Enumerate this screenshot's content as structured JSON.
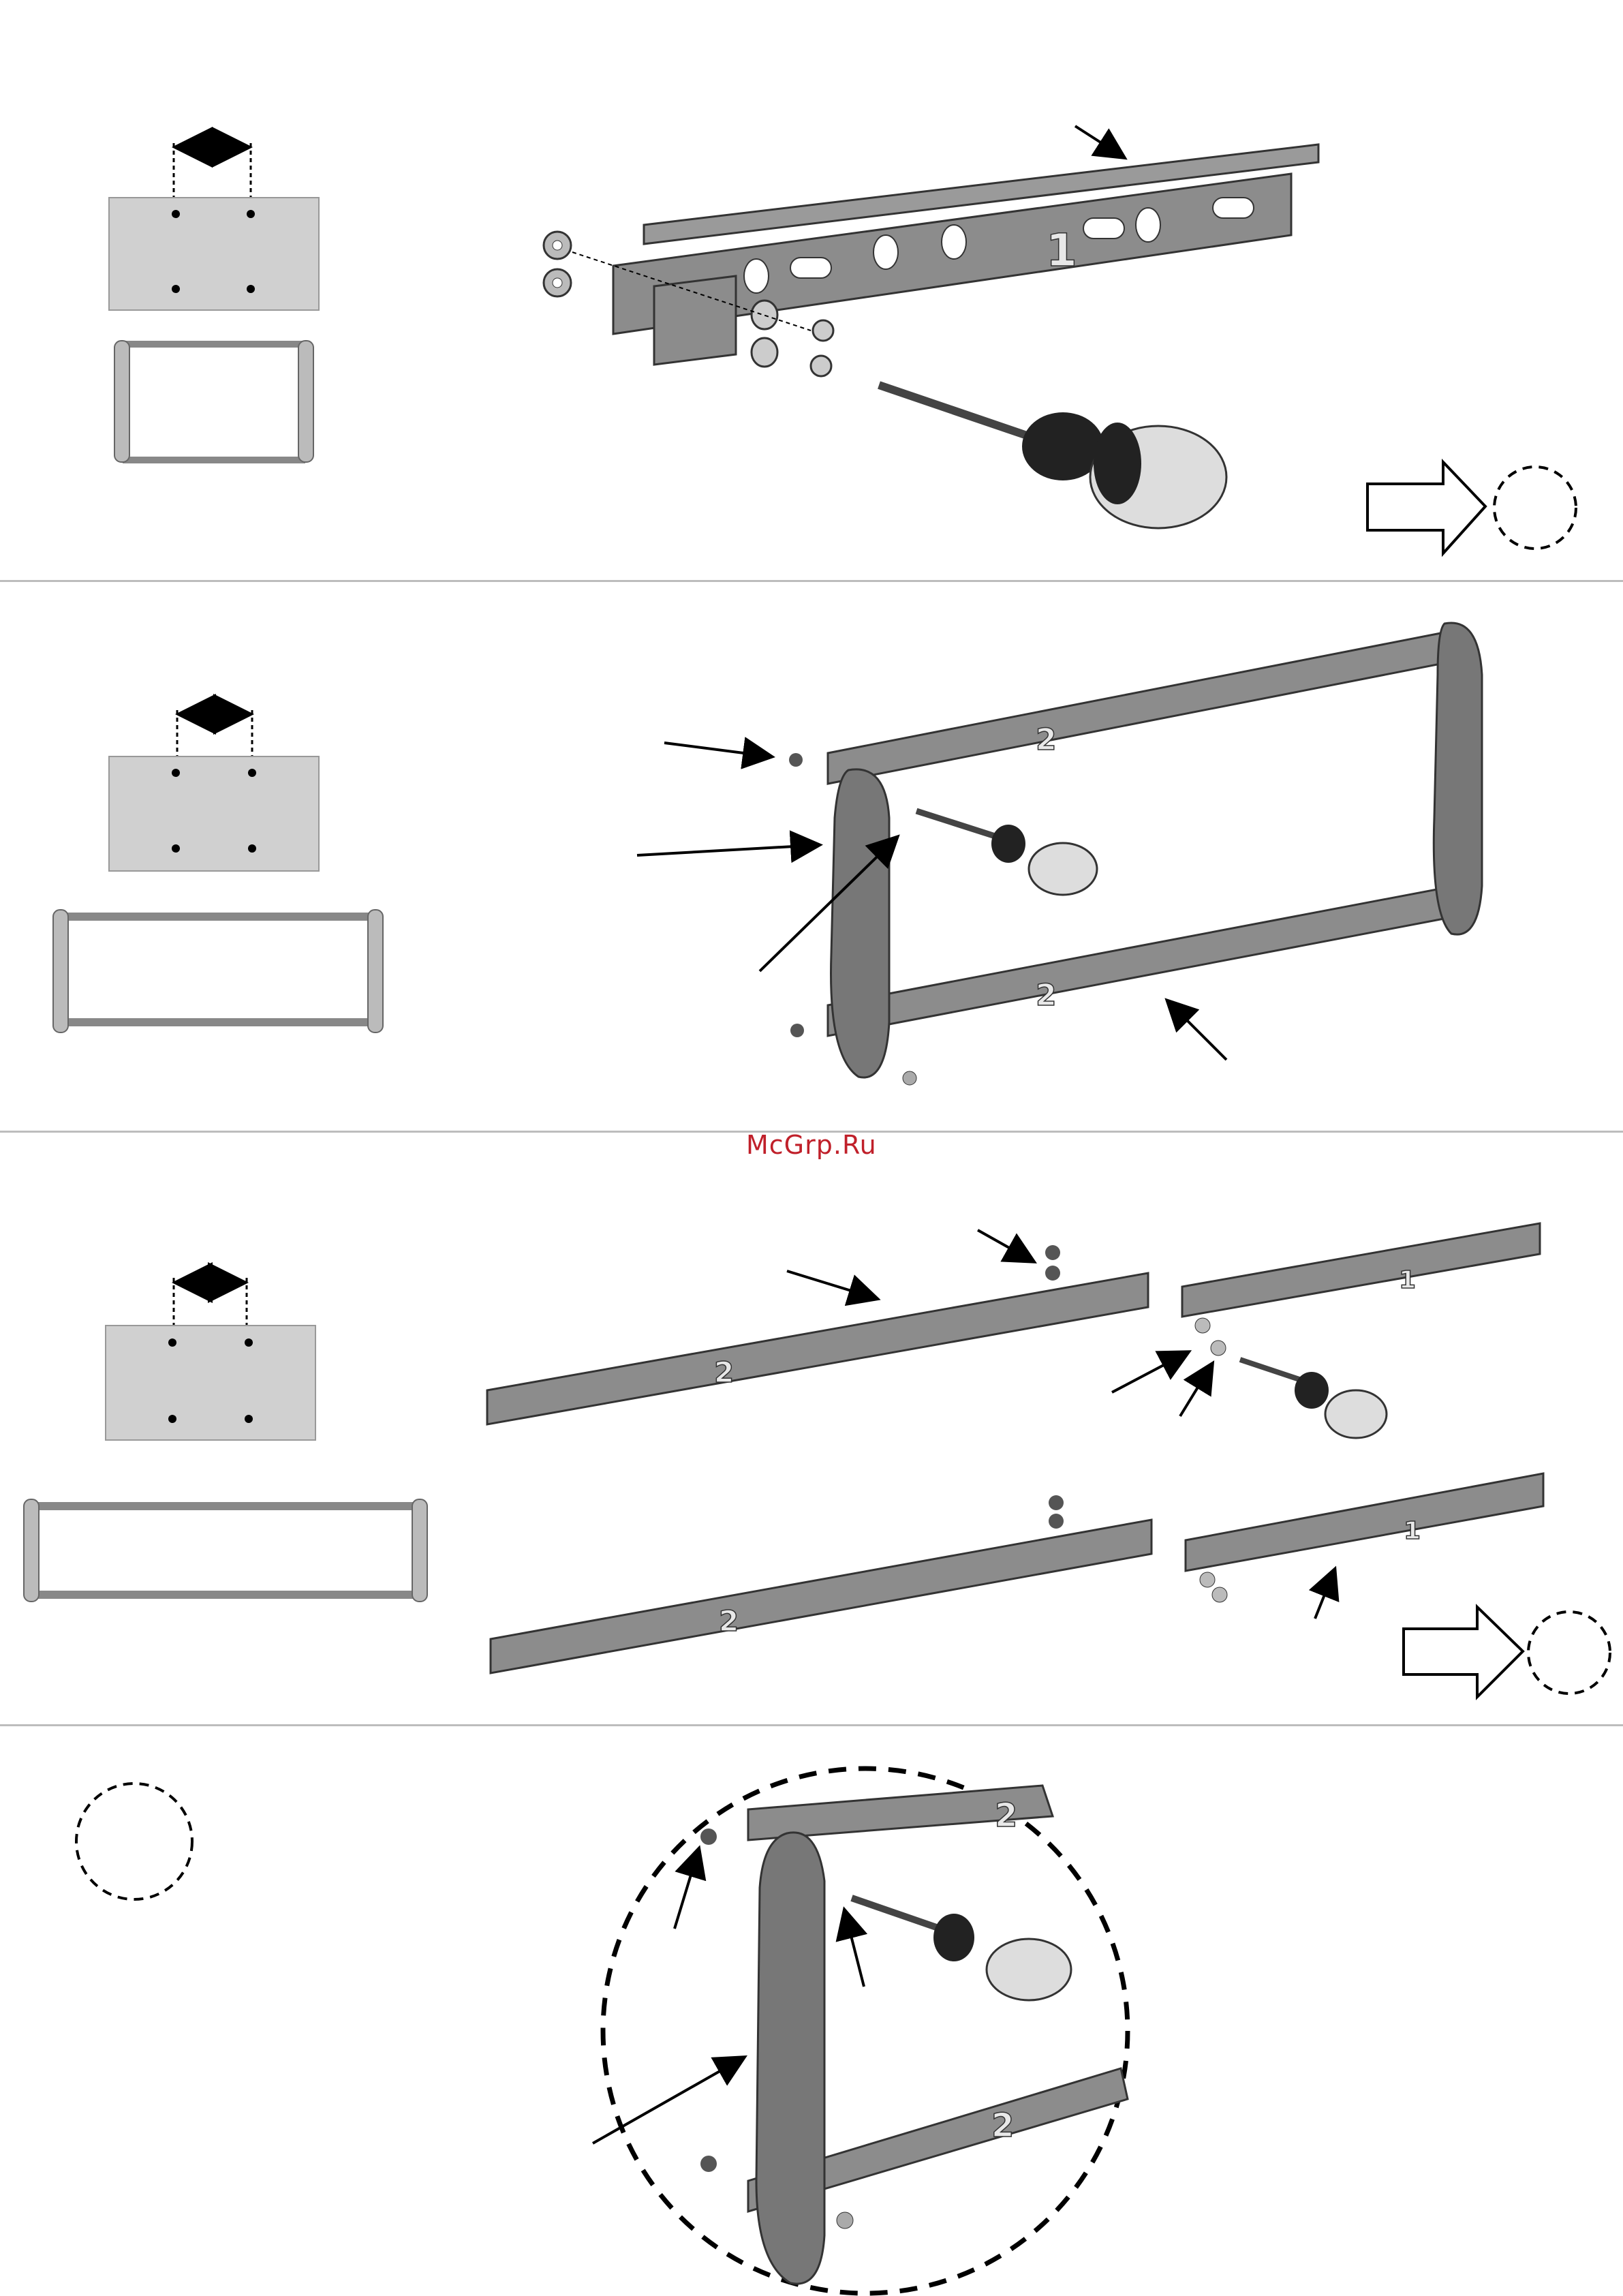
{
  "watermark": {
    "text": "McGrp.Ru",
    "color": "#c0202a"
  },
  "rail_labels": {
    "part1": "1",
    "part2": "2"
  },
  "colors": {
    "rail": "#8c8c8c",
    "rail_dark": "#555555",
    "tv_panel": "#d0d0d0",
    "divider": "#bdbdbd"
  },
  "icons": [
    "double-arrow-icon",
    "next-step-arrow-icon",
    "dashed-circle-icon",
    "screwdriver-icon",
    "hex-nut-icon",
    "screw-icon",
    "washer-icon"
  ]
}
